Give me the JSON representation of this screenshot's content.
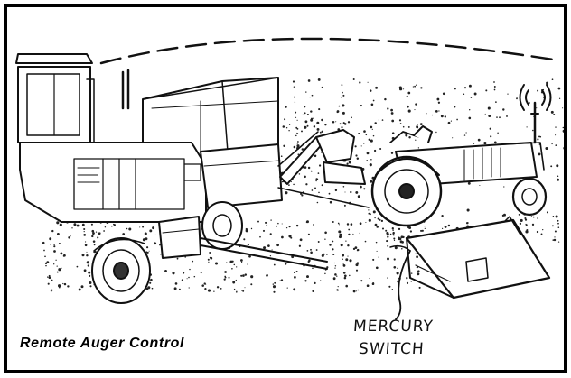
{
  "caption": "Remote Auger Control",
  "illustration": {
    "labels": [
      "MERCURY",
      "SWITCH"
    ]
  },
  "colors": {
    "ink": "#000000",
    "paper": "#ffffff",
    "frame": "#000000"
  },
  "icons": [
    "combine-illustration",
    "tractor-illustration",
    "mercury-switch-illustration",
    "radio-signal-icon"
  ]
}
